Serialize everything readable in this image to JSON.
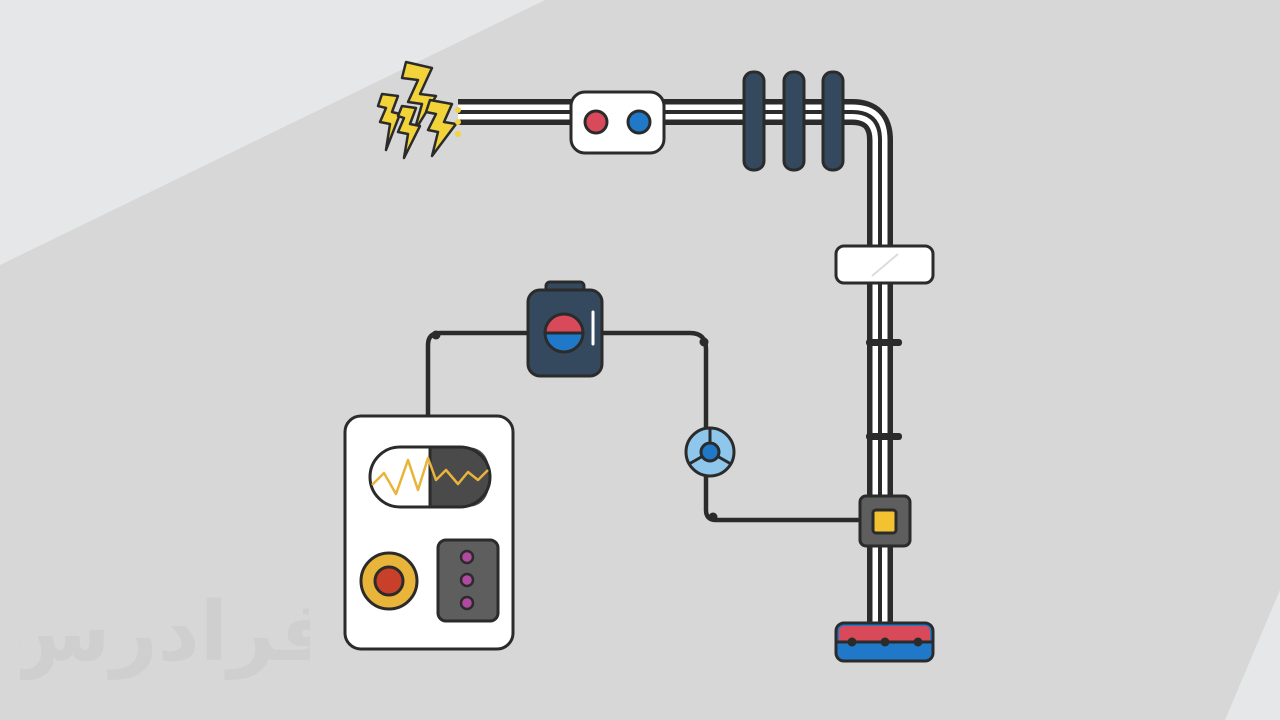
{
  "watermark": {
    "text": "فرادرس",
    "color": "#cfcfcf"
  },
  "palette": {
    "background": "#e6e7e8",
    "shadow": "#d7d7d7",
    "outline": "#2b2b2b",
    "dark_slate": "#34495e",
    "red": "#d84a5a",
    "blue": "#1f78c8",
    "light_blue": "#8fc7ec",
    "yellow": "#f2d33a",
    "orange": "#e8b43a",
    "orange_red": "#c9402a",
    "gray": "#5e5e5e",
    "purple": "#b04aa0",
    "white": "#ffffff"
  },
  "components": {
    "lightning": "lightning-bolt-icon",
    "socket": "power-socket",
    "insulators": "insulator-rings",
    "clamp": "cable-clamp",
    "meter": "measuring-device",
    "battery": "battery-unit",
    "valve": "flow-valve",
    "junction": "junction-box",
    "terminal": "terminal-block"
  }
}
